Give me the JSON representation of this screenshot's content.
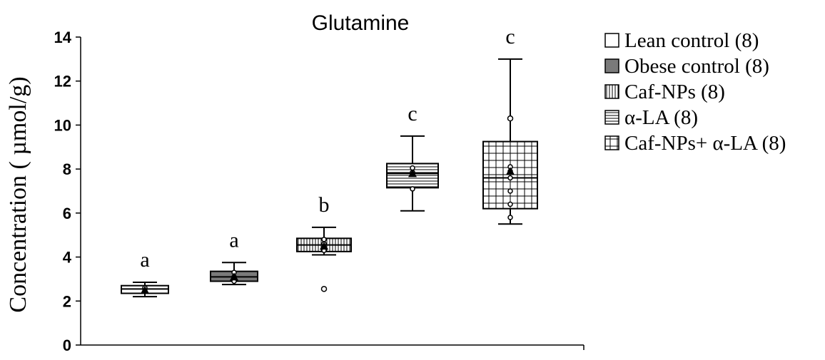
{
  "chart_data": {
    "type": "box",
    "title": "Glutamine",
    "ylabel": "Concentration ( µmol/g)",
    "xlabel": "",
    "ylim": [
      0,
      14
    ],
    "yticks": [
      "0",
      "2",
      "4",
      "6",
      "8",
      "10",
      "12",
      "14"
    ],
    "grid": false,
    "legend_position": "right",
    "series": [
      {
        "name": "Lean control (8)",
        "pattern": "empty",
        "whisker_low": 2.2,
        "q1": 2.35,
        "median": 2.55,
        "q3": 2.7,
        "whisker_high": 2.85,
        "mean": 2.5,
        "points": [
          2.45,
          2.55,
          2.6
        ],
        "outliers": [],
        "letter": "a"
      },
      {
        "name": "Obese control (8)",
        "pattern": "gray",
        "whisker_low": 2.75,
        "q1": 2.9,
        "median": 3.1,
        "q3": 3.35,
        "whisker_high": 3.75,
        "mean": 3.1,
        "points": [
          2.9,
          3.1,
          3.3
        ],
        "outliers": [],
        "letter": "a"
      },
      {
        "name": "Caf-NPs  (8)",
        "pattern": "vertical",
        "whisker_low": 4.1,
        "q1": 4.25,
        "median": 4.55,
        "q3": 4.85,
        "whisker_high": 5.35,
        "mean": 4.5,
        "points": [
          4.3,
          4.6,
          4.8
        ],
        "outliers": [
          2.55
        ],
        "letter": "b"
      },
      {
        "name": "α-LA (8)",
        "pattern": "horizontal",
        "whisker_low": 6.1,
        "q1": 7.15,
        "median": 7.8,
        "q3": 8.25,
        "whisker_high": 9.5,
        "mean": 7.8,
        "points": [
          7.1,
          7.85,
          8.05
        ],
        "outliers": [],
        "letter": "c"
      },
      {
        "name": "Caf-NPs+ α-LA (8)",
        "pattern": "grid",
        "whisker_low": 5.5,
        "q1": 6.2,
        "median": 7.6,
        "q3": 9.25,
        "whisker_high": 13.0,
        "mean": 7.9,
        "points": [
          5.8,
          6.4,
          7.0,
          7.6,
          7.9,
          8.1
        ],
        "outliers": [
          10.3
        ],
        "letter": "c"
      }
    ]
  }
}
